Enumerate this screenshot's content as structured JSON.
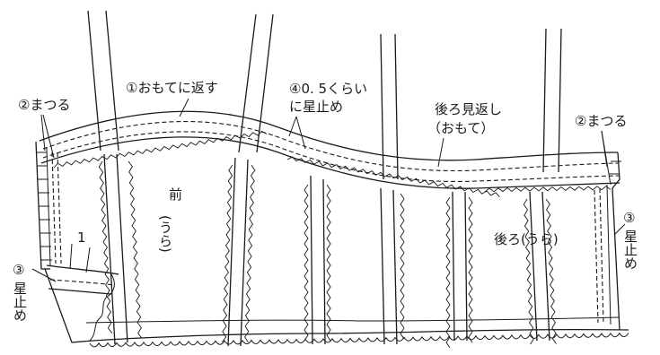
{
  "labels": {
    "l1": "①おもてに返す",
    "l2a": "②まつる",
    "l2b": "②まつる",
    "l3a": "③",
    "l3a_v": "星止め",
    "l3b": "③",
    "l3b_v": "星止め",
    "l4a": "④0. 5くらい",
    "l4b": "に星止め",
    "back_facing_1": "後ろ見返し",
    "back_facing_2": "（おもて）",
    "front": "前",
    "front_sub": "(うら)",
    "back": "後ろ(うら)",
    "one": "1"
  }
}
